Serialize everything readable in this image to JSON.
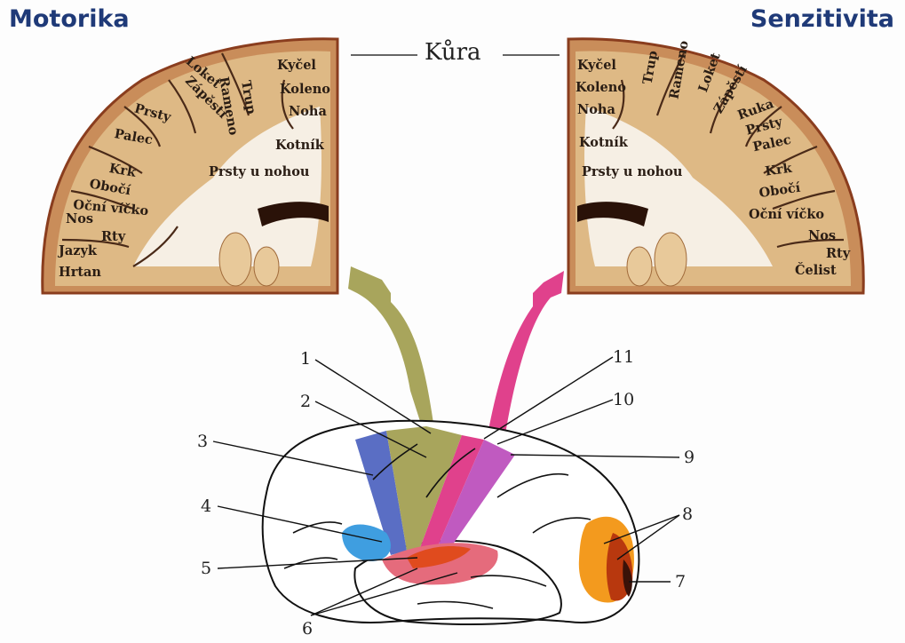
{
  "titles": {
    "motor": "Motorika",
    "sensory": "Senzitivita",
    "cortex": "Kůra"
  },
  "motor_labels": [
    "Kyčel",
    "Trup",
    "Rameno",
    "Loket",
    "Zápěstí",
    "Koleno",
    "Noha",
    "Kotník",
    "Prsty",
    "Palec",
    "Prsty u nohou",
    "Krk",
    "Obočí",
    "Oční víčko",
    "Nos",
    "Rty",
    "Jazyk",
    "Hrtan"
  ],
  "sensory_labels": [
    "Kyčel",
    "Trup",
    "Rameno",
    "Loket",
    "Zápěstí",
    "Koleno",
    "Noha",
    "Kotník",
    "Prsty u nohou",
    "Ruka",
    "Prsty",
    "Palec",
    "Krk",
    "Obočí",
    "Oční víčko",
    "Nos",
    "Rty",
    "Čelist"
  ],
  "numbers": [
    "1",
    "2",
    "3",
    "4",
    "5",
    "6",
    "7",
    "8",
    "9",
    "10",
    "11"
  ],
  "colors": {
    "motor_arrow": "#a8a55c",
    "sensory_arrow": "#e0418c",
    "premotor": "#5a6ec4",
    "broca": "#3f9ee0",
    "auditory": "#e56b7c",
    "visual": "#f39a1e",
    "sensory_strip": "#c05ac0",
    "cortex_tan": "#d9b47e",
    "title_blue": "#1f3a78"
  }
}
